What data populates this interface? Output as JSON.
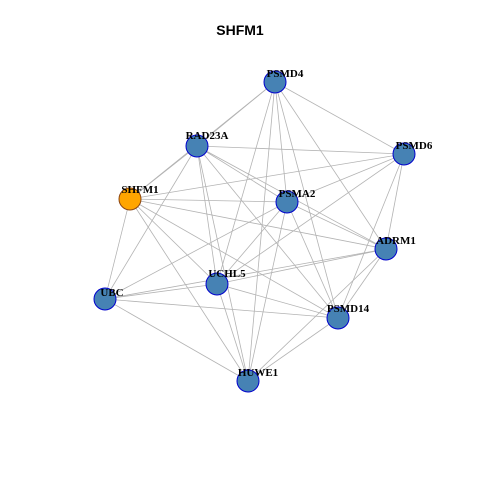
{
  "title": "SHFM1",
  "colors": {
    "query_node": "#FFA500",
    "query_node_border": "#8B4513",
    "node": "#4682B4",
    "node_border": "#0000CD",
    "edge": "#B3B3B3"
  },
  "nodes": [
    {
      "id": "PSMD4",
      "label": "PSMD4",
      "query": false
    },
    {
      "id": "RAD23A",
      "label": "RAD23A",
      "query": false
    },
    {
      "id": "PSMD6",
      "label": "PSMD6",
      "query": false
    },
    {
      "id": "SHFM1",
      "label": "SHFM1",
      "query": true
    },
    {
      "id": "PSMA2",
      "label": "PSMA2",
      "query": false
    },
    {
      "id": "ADRM1",
      "label": "ADRM1",
      "query": false
    },
    {
      "id": "UCHL5",
      "label": "UCHL5",
      "query": false
    },
    {
      "id": "UBC",
      "label": "UBC",
      "query": false
    },
    {
      "id": "PSMD14",
      "label": "PSMD14",
      "query": false
    },
    {
      "id": "HUWE1",
      "label": "HUWE1",
      "query": false
    }
  ],
  "edges": [
    [
      "PSMD4",
      "RAD23A"
    ],
    [
      "PSMD4",
      "PSMD6"
    ],
    [
      "PSMD4",
      "SHFM1"
    ],
    [
      "PSMD4",
      "PSMA2"
    ],
    [
      "PSMD4",
      "ADRM1"
    ],
    [
      "PSMD4",
      "UCHL5"
    ],
    [
      "PSMD4",
      "PSMD14"
    ],
    [
      "PSMD4",
      "HUWE1"
    ],
    [
      "RAD23A",
      "PSMD6"
    ],
    [
      "RAD23A",
      "SHFM1"
    ],
    [
      "RAD23A",
      "PSMA2"
    ],
    [
      "RAD23A",
      "ADRM1"
    ],
    [
      "RAD23A",
      "UCHL5"
    ],
    [
      "RAD23A",
      "UBC"
    ],
    [
      "RAD23A",
      "PSMD14"
    ],
    [
      "RAD23A",
      "HUWE1"
    ],
    [
      "PSMD6",
      "SHFM1"
    ],
    [
      "PSMD6",
      "PSMA2"
    ],
    [
      "PSMD6",
      "ADRM1"
    ],
    [
      "PSMD6",
      "UCHL5"
    ],
    [
      "PSMD6",
      "PSMD14"
    ],
    [
      "SHFM1",
      "PSMA2"
    ],
    [
      "SHFM1",
      "ADRM1"
    ],
    [
      "SHFM1",
      "UCHL5"
    ],
    [
      "SHFM1",
      "UBC"
    ],
    [
      "SHFM1",
      "PSMD14"
    ],
    [
      "SHFM1",
      "HUWE1"
    ],
    [
      "PSMA2",
      "ADRM1"
    ],
    [
      "PSMA2",
      "UCHL5"
    ],
    [
      "PSMA2",
      "UBC"
    ],
    [
      "PSMA2",
      "PSMD14"
    ],
    [
      "PSMA2",
      "HUWE1"
    ],
    [
      "ADRM1",
      "UCHL5"
    ],
    [
      "ADRM1",
      "UBC"
    ],
    [
      "ADRM1",
      "PSMD14"
    ],
    [
      "ADRM1",
      "HUWE1"
    ],
    [
      "UCHL5",
      "UBC"
    ],
    [
      "UCHL5",
      "PSMD14"
    ],
    [
      "UCHL5",
      "HUWE1"
    ],
    [
      "UBC",
      "PSMD14"
    ],
    [
      "UBC",
      "HUWE1"
    ],
    [
      "PSMD14",
      "HUWE1"
    ]
  ]
}
